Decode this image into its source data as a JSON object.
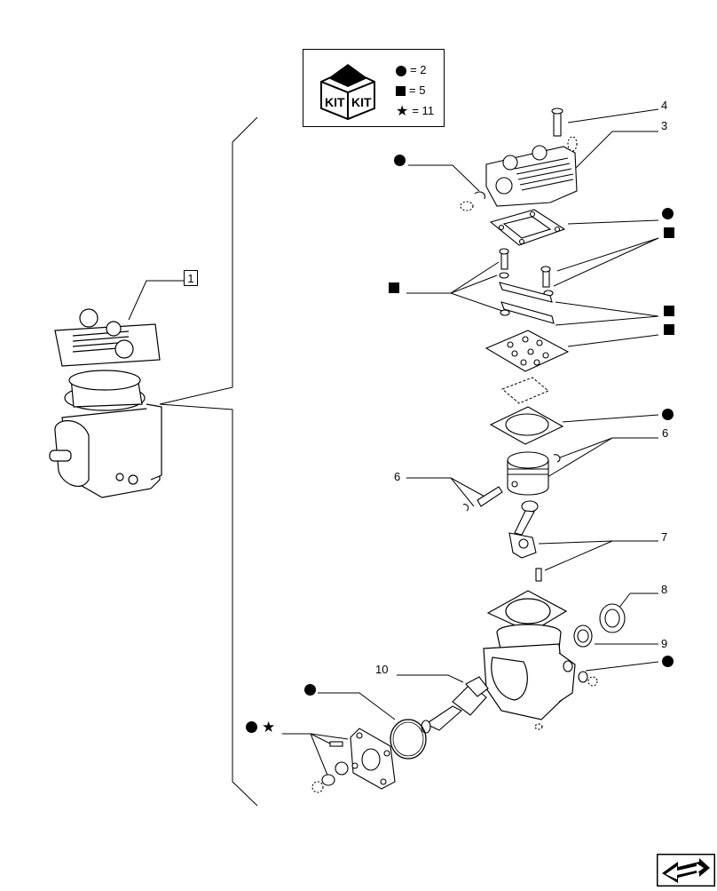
{
  "kit_legend": {
    "icon": "kit-box-icon",
    "icon_text_1": "KIT",
    "icon_text_2": "KIT",
    "rows": [
      {
        "symbol": "dot-icon",
        "text": "= 2"
      },
      {
        "symbol": "square-icon",
        "text": "= 5"
      },
      {
        "symbol": "star-icon",
        "text": "= 11"
      }
    ]
  },
  "callouts": {
    "c1": "1",
    "c3": "3",
    "c4": "4",
    "c6a": "6",
    "c6b": "6",
    "c7": "7",
    "c8": "8",
    "c9": "9",
    "c10": "10"
  },
  "nav": {
    "icon": "next-page-arrow-icon"
  },
  "colors": {
    "line": "#000000",
    "background": "#ffffff",
    "drawing": "#555555"
  }
}
